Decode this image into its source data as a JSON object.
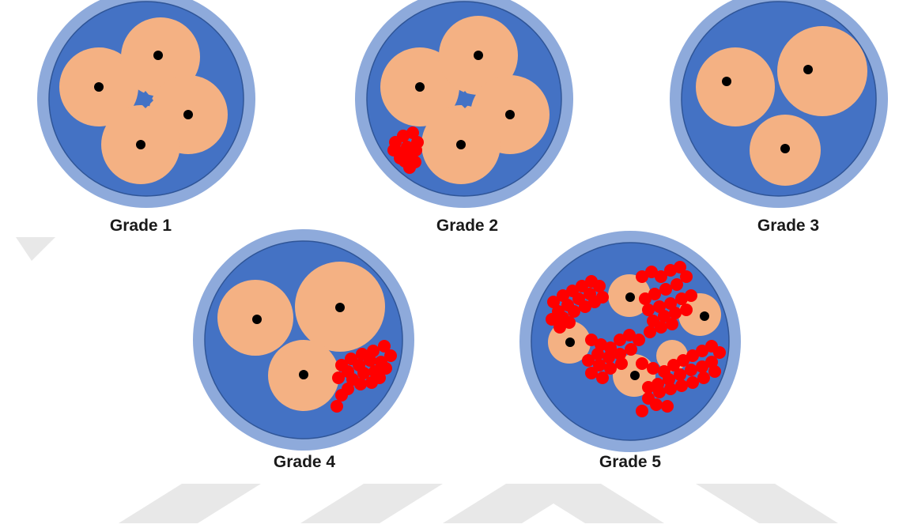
{
  "colors": {
    "outer_ring": "#8eaadb",
    "inner_field": "#4472c4",
    "inner_edge": "#2f5597",
    "cell": "#f4b183",
    "nucleus": "#000000",
    "red_cells": "#ff0000",
    "watermark": "#e8e8e8"
  },
  "panels": [
    {
      "id": "grade-1",
      "label": "Grade 1",
      "cells": 4,
      "red_cells": "none"
    },
    {
      "id": "grade-2",
      "label": "Grade 2",
      "cells": 4,
      "red_cells": "small cluster"
    },
    {
      "id": "grade-3",
      "label": "Grade 3",
      "cells": 3,
      "red_cells": "none"
    },
    {
      "id": "grade-4",
      "label": "Grade 4",
      "cells": 3,
      "red_cells": "cluster"
    },
    {
      "id": "grade-5",
      "label": "Grade 5",
      "cells": 5,
      "red_cells": "widespread"
    }
  ]
}
